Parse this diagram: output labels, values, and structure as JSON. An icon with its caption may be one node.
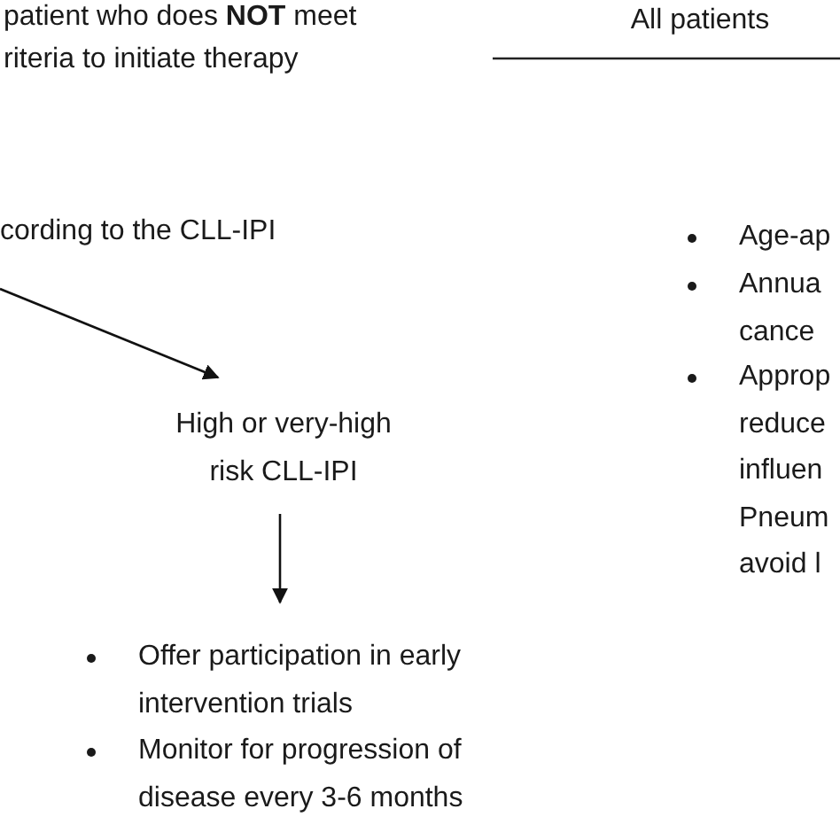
{
  "diagram": {
    "nodes": [
      {
        "text": [
          "High or very-high risk CLL-IPI"
        ]
      },
      {
        "text": [
          "Offer participation in early intervention trials",
          "Monitor for progression of disease every 3-6 months"
        ]
      }
    ],
    "edges": [
      {
        "from": null,
        "to": 0,
        "arrow": "to"
      },
      {
        "from": 0,
        "to": 1,
        "arrow": "to"
      }
    ],
    "labels": [
      "patient who does **NOT** meet",
      "riteria to initiate therapy",
      "All patients",
      "cording to the CLL-IPI",
      "Age-ap",
      "Annua cance",
      "Approp reduce influen Pneum avoid l"
    ]
  }
}
